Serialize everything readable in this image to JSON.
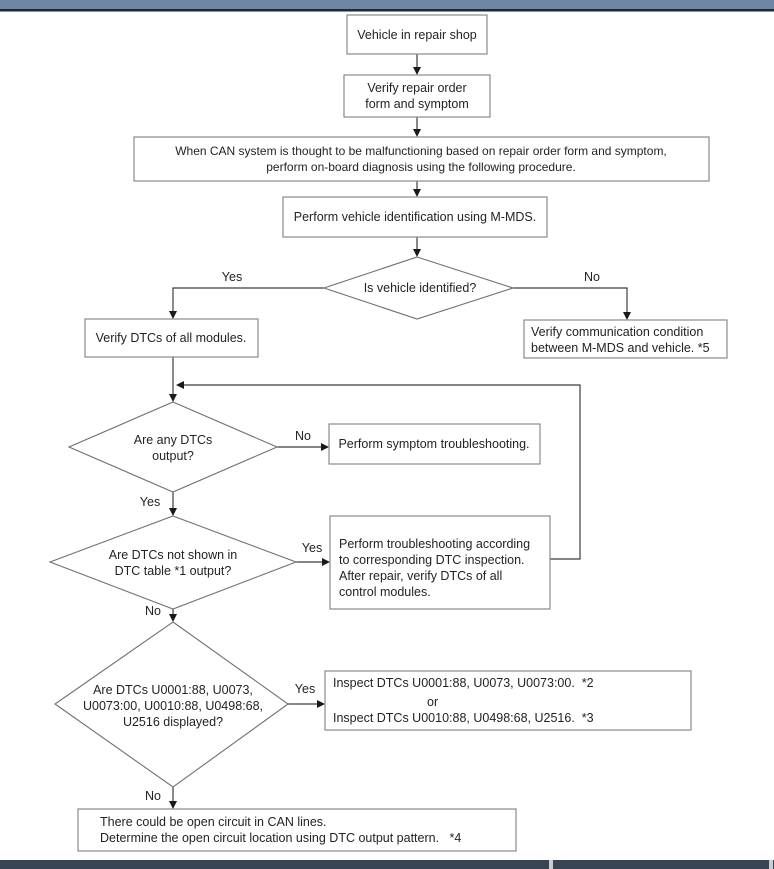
{
  "colors": {
    "header_bar": "#6e87a5",
    "header_line": "#1f2a36",
    "footer_bar": "#3a4553",
    "footer_divider": "#c8cdd2",
    "line_color": "#3c3c3c",
    "box_border": "#8a8a8a"
  },
  "nodes": {
    "vehicle_in_repair_shop": {
      "label": "Vehicle in repair shop"
    },
    "verify_repair_order": {
      "lines": [
        "Verify repair order",
        "form and symptom"
      ]
    },
    "when_can_malfunctioning": {
      "lines": [
        "When CAN system is thought to be malfunctioning based on repair order form and symptom,",
        "perform on-board diagnosis using the following procedure."
      ]
    },
    "perform_vehicle_identification": {
      "label": "Perform vehicle identification using M-MDS."
    },
    "is_vehicle_identified": {
      "label": "Is vehicle identified?"
    },
    "verify_dtcs_all_modules": {
      "label": "Verify DTCs of all modules."
    },
    "verify_communication_condition": {
      "lines": [
        "Verify communication condition",
        "between M-MDS and vehicle. *5"
      ]
    },
    "are_any_dtcs_output": {
      "lines": [
        "Are any DTCs",
        "output?"
      ]
    },
    "perform_symptom_troubleshooting": {
      "label": "Perform symptom troubleshooting."
    },
    "are_dtcs_not_shown": {
      "lines": [
        "Are DTCs not shown in",
        "DTC table *1 output?"
      ]
    },
    "perform_troubleshooting_dtc": {
      "lines": [
        "Perform troubleshooting according",
        "to corresponding DTC inspection.",
        "After repair, verify DTCs of all",
        "control modules."
      ]
    },
    "are_dtcs_displayed": {
      "lines": [
        "Are DTCs U0001:88, U0073,",
        "U0073:00, U0010:88, U0498:68,",
        "U2516 displayed?"
      ]
    },
    "inspect_dtcs": {
      "lines": [
        "Inspect DTCs U0001:88, U0073, U0073:00.  *2",
        "or",
        "Inspect DTCs U0010:88, U0498:68, U2516.  *3"
      ]
    },
    "open_circuit": {
      "lines": [
        "There could be open circuit in CAN lines.",
        "Determine the open circuit location using DTC output pattern.   *4"
      ]
    }
  },
  "edge_labels": {
    "identified_yes": "Yes",
    "identified_no": "No",
    "dtcs_output_no": "No",
    "dtcs_output_yes": "Yes",
    "not_shown_yes": "Yes",
    "not_shown_no": "No",
    "displayed_yes": "Yes",
    "displayed_no": "No"
  }
}
